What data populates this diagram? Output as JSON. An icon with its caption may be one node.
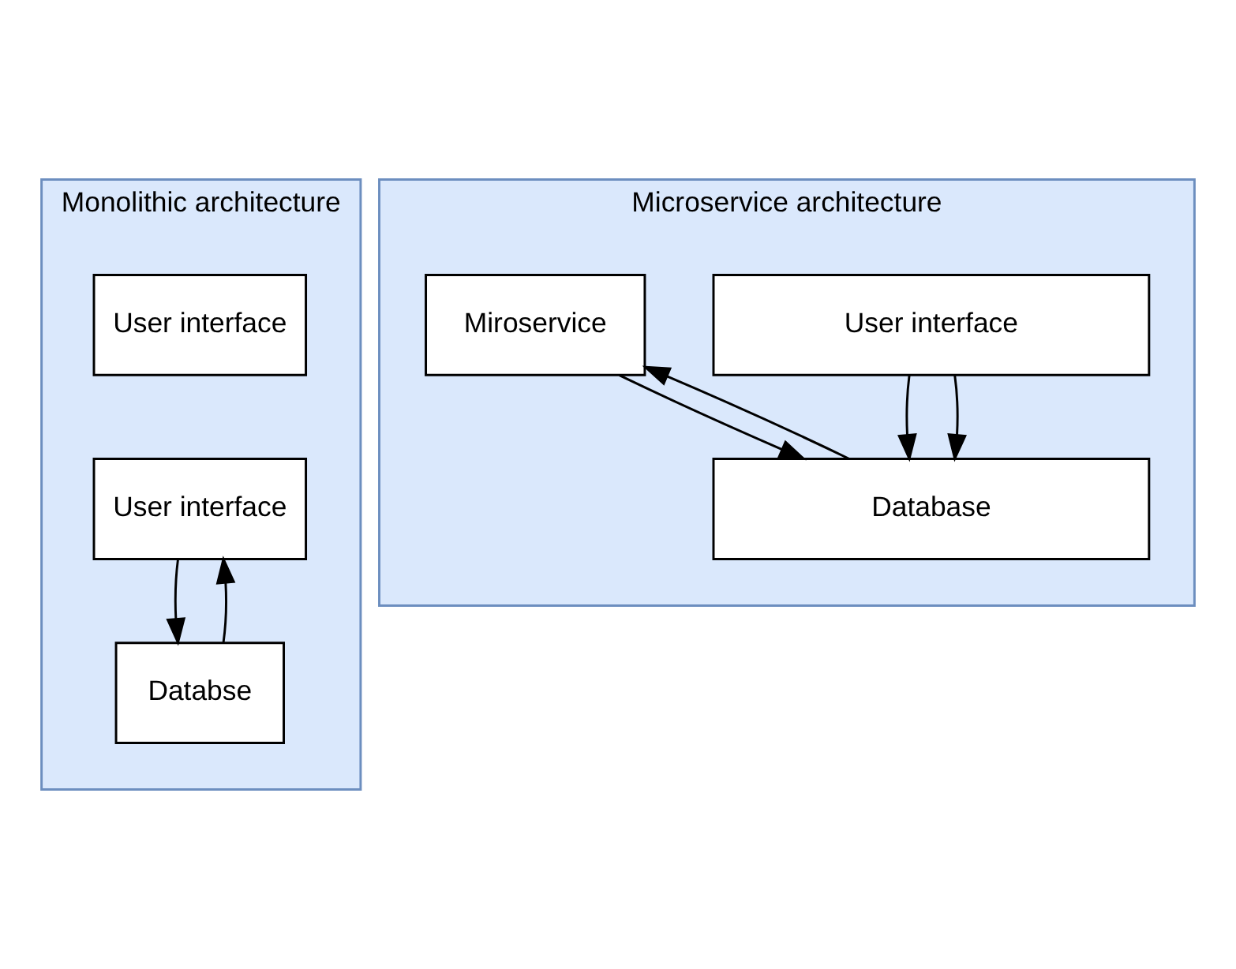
{
  "diagram": {
    "nodes": [
      {
        "text": [
          "Monolithic architecture"
        ]
      },
      {
        "text": [
          "User interface"
        ],
        "in": 0
      },
      {
        "text": [
          "User interface"
        ],
        "in": 0
      },
      {
        "text": [
          "Databse"
        ],
        "in": 0
      },
      {
        "text": [
          "Microservice architecture"
        ]
      },
      {
        "text": [
          "User interface"
        ],
        "in": 4
      },
      {
        "text": [
          "Miroservice"
        ],
        "in": 4
      },
      {
        "text": [
          "Database"
        ],
        "in": 4
      }
    ],
    "edges": [
      {
        "from": 2,
        "to": 3,
        "arrow": "to"
      },
      {
        "from": 3,
        "to": 2,
        "arrow": "to"
      },
      {
        "from": 5,
        "to": 7,
        "arrow": "to"
      },
      {
        "from": 7,
        "to": 6,
        "arrow": "to"
      },
      {
        "from": 6,
        "to": 7,
        "arrow": "to"
      },
      {
        "from": 5,
        "to": 7,
        "arrow": "to"
      }
    ]
  }
}
